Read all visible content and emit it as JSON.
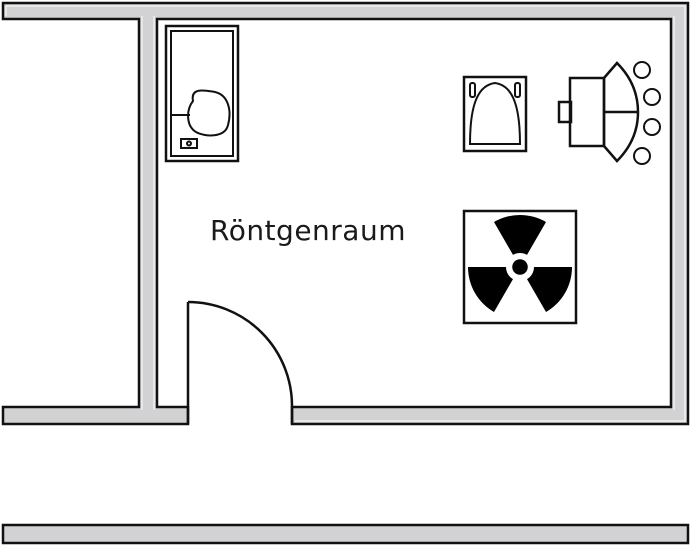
{
  "floor_plan": {
    "room_label": "Röntgenraum",
    "colors": {
      "wall_fill": "#d2d2d4",
      "outline": "#111111",
      "background": "#ffffff"
    },
    "symbols": [
      {
        "name": "sink",
        "icon": "sink-icon"
      },
      {
        "name": "toilet",
        "icon": "toilet-icon"
      },
      {
        "name": "desk-with-chairs",
        "icon": "desk-icon",
        "chairs": 4
      },
      {
        "name": "radiation-warning",
        "icon": "radiation-icon"
      },
      {
        "name": "door",
        "icon": "door-swing-icon"
      }
    ]
  }
}
